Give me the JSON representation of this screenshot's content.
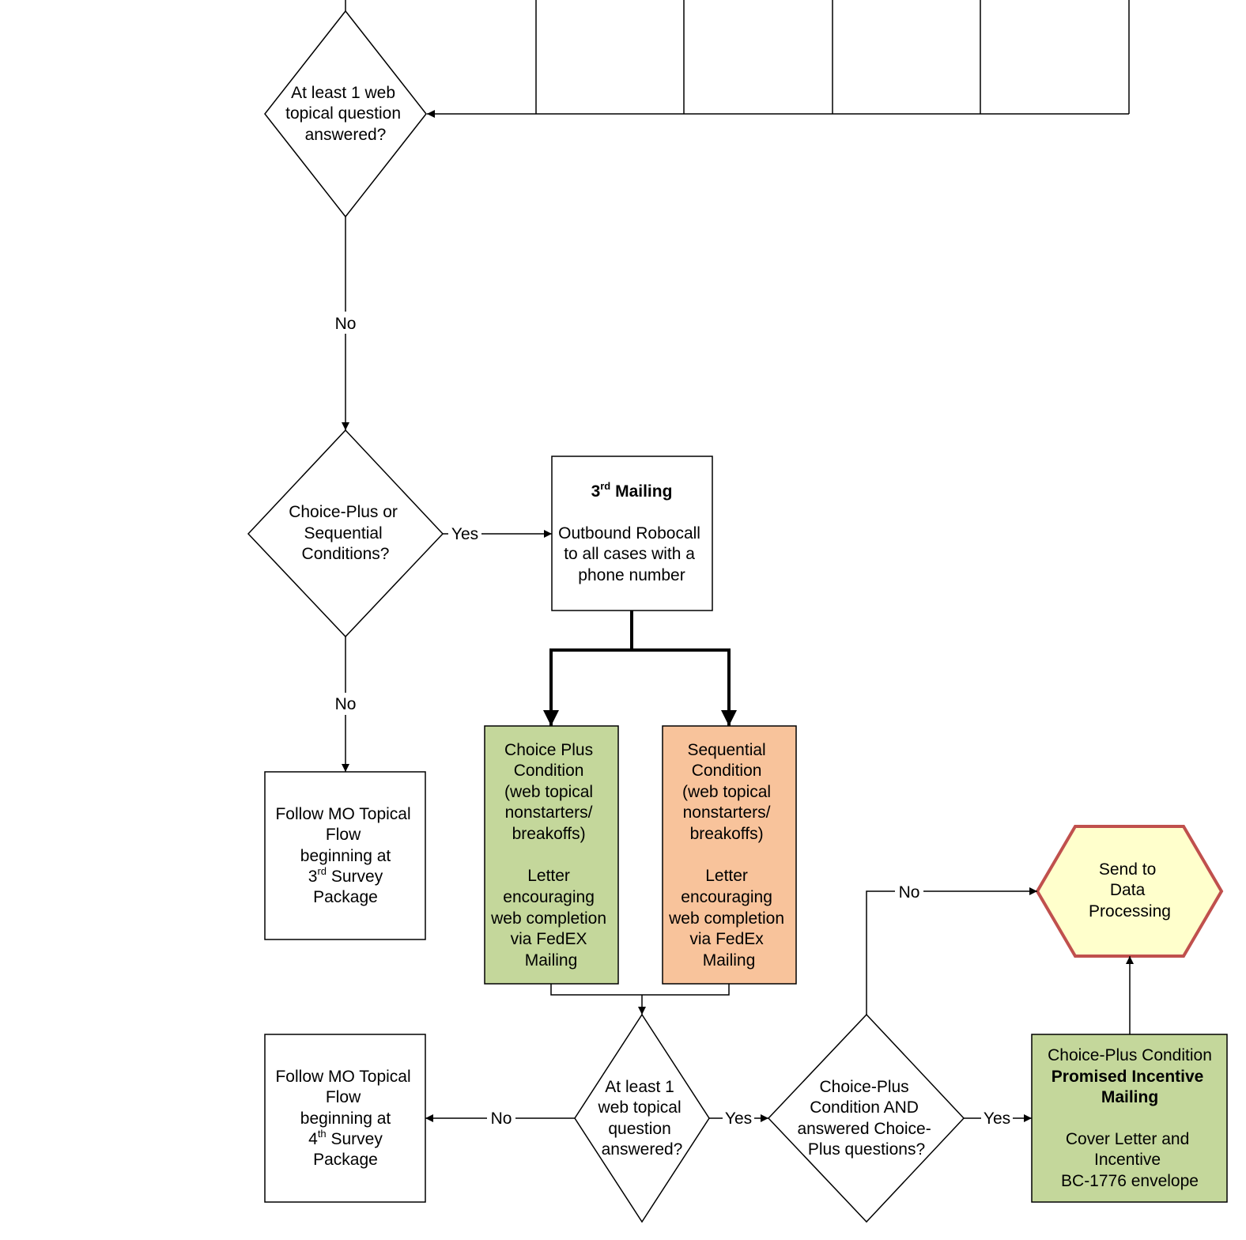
{
  "nodes": {
    "decision_web_top": [
      "At least 1 web",
      "topical question",
      "answered?"
    ],
    "no_label_1": "No",
    "decision_choice_seq": [
      "Choice-Plus or",
      "Sequential",
      "Conditions?"
    ],
    "yes_label_1": "Yes",
    "third_mailing": {
      "title_prefix": "3",
      "title_sup": "rd",
      "title_suffix": " Mailing",
      "body": [
        "Outbound Robocall",
        "to all cases with a",
        "phone number"
      ]
    },
    "no_label_2": "No",
    "follow_mo_3": {
      "lines": [
        "Follow MO Topical",
        "Flow",
        "beginning at"
      ],
      "ordinal_prefix": "3",
      "ordinal_sup": "rd",
      "ordinal_suffix": " Survey",
      "last": "Package"
    },
    "choice_plus_box": [
      "Choice Plus",
      "Condition",
      "(web topical",
      "nonstarters/",
      "breakoffs)",
      "",
      "Letter",
      "encouraging",
      "web completion",
      "via FedEX",
      "Mailing"
    ],
    "sequential_box": [
      "Sequential",
      "Condition",
      "(web topical",
      "nonstarters/",
      "breakoffs)",
      "",
      "Letter",
      "encouraging",
      "web completion",
      "via FedEx",
      "Mailing"
    ],
    "send_to_data": [
      "Send to",
      "Data",
      "Processing"
    ],
    "no_label_3": "No",
    "follow_mo_4": {
      "lines": [
        "Follow MO Topical",
        "Flow",
        "beginning at"
      ],
      "ordinal_prefix": "4",
      "ordinal_sup": "th",
      "ordinal_suffix": " Survey",
      "last": "Package"
    },
    "no_label_4": "No",
    "decision_web_bottom": [
      "At least 1",
      "web topical",
      "question",
      "answered?"
    ],
    "yes_label_2": "Yes",
    "decision_choice_answered": [
      "Choice-Plus",
      "Condition AND",
      "answered Choice-",
      "Plus questions?"
    ],
    "yes_label_3": "Yes",
    "promised_incentive": {
      "line1": "Choice-Plus Condition",
      "bold": [
        "Promised Incentive",
        "Mailing"
      ],
      "body": [
        "Cover Letter and",
        "Incentive",
        "BC-1776 envelope"
      ]
    }
  },
  "colors": {
    "green_fill": "#c4d79b",
    "orange_fill": "#f8c39b",
    "hex_fill": "#ffffcc",
    "hex_stroke": "#c0504d"
  }
}
